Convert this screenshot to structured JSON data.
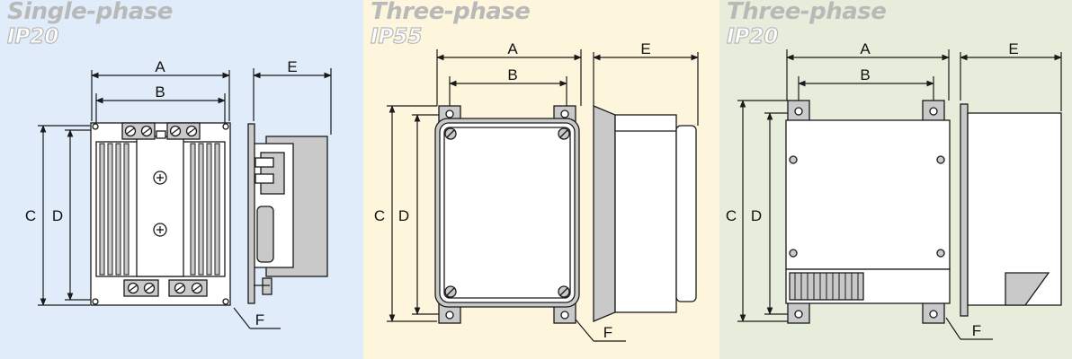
{
  "colors": {
    "panel1_bg": "#e0ecf9",
    "panel2_bg": "#fdf5dc",
    "panel3_bg": "#e6eedb",
    "title_grey": "#b9b9b9",
    "body_fill": "#ffffff",
    "shade_fill": "#c9c9c9",
    "line": "#1a1a1a"
  },
  "panels": [
    {
      "type": "Single-phase",
      "rating": "IP20",
      "dims": {
        "a": "A",
        "b": "B",
        "c": "C",
        "d": "D",
        "e": "E",
        "f": "F"
      }
    },
    {
      "type": "Three-phase",
      "rating": "IP55",
      "dims": {
        "a": "A",
        "b": "B",
        "c": "C",
        "d": "D",
        "e": "E",
        "f": "F"
      }
    },
    {
      "type": "Three-phase",
      "rating": "IP20",
      "dims": {
        "a": "A",
        "b": "B",
        "c": "C",
        "d": "D",
        "e": "E",
        "f": "F"
      }
    }
  ]
}
